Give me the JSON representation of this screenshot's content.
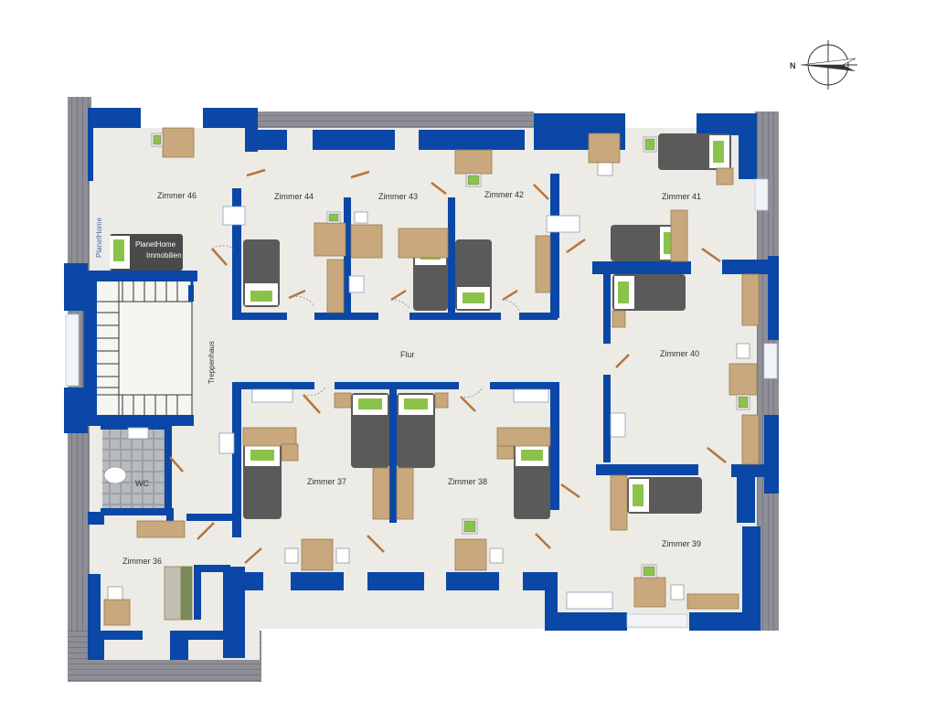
{
  "compass": {
    "label": "N"
  },
  "rooms": {
    "r46": "Zimmer 46",
    "r44": "Zimmer 44",
    "r43": "Zimmer 43",
    "r42": "Zimmer 42",
    "r41": "Zimmer 41",
    "r40": "Zimmer 40",
    "r39": "Zimmer 39",
    "r38": "Zimmer 38",
    "r37": "Zimmer 37",
    "r36": "Zimmer 36",
    "flur": "Flur",
    "stair": "Treppenhaus",
    "wc": "WC"
  },
  "branding": {
    "side": "PlanetHome",
    "logo": "PlanetHome",
    "logo_sub": "Immobilien"
  },
  "colors": {
    "wall": "#0a47a6",
    "roof": "#8a8a92",
    "floor": "#ecebe6",
    "bed": "#5a5a5a",
    "pillow": "#8bc34a",
    "wood": "#c8a87c"
  }
}
